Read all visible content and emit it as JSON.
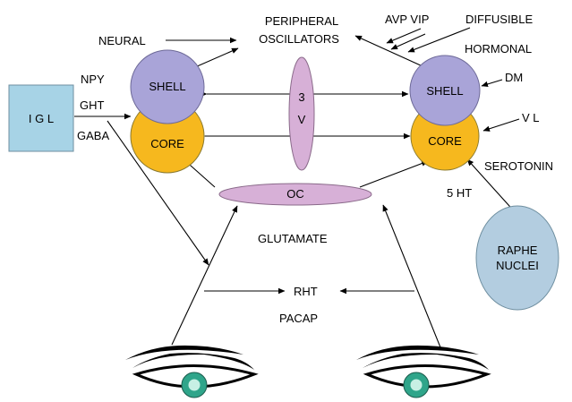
{
  "labels": {
    "peripheral": "PERIPHERAL",
    "oscillators": "OSCILLATORS",
    "avp_vip": "AVP VIP",
    "diffusible": "DIFFUSIBLE",
    "hormonal": "HORMONAL",
    "neural": "NEURAL",
    "npy": "NPY",
    "ght": "GHT",
    "gaba": "GABA",
    "dm": "DM",
    "vl": "V L",
    "serotonin": "SEROTONIN",
    "five_ht": "5 HT",
    "glutamate": "GLUTAMATE",
    "rht": "RHT",
    "pacap": "PACAP"
  },
  "nodes": {
    "igl": "I G L",
    "shell_left": "SHELL",
    "core_left": "CORE",
    "shell_right": "SHELL",
    "core_right": "CORE",
    "third_ventricle_line1": "3",
    "third_ventricle_line2": "V",
    "oc": "OC",
    "raphe_line1": "RAPHE",
    "raphe_line2": "NUCLEI"
  },
  "colors": {
    "shell_fill": "#a9a4d8",
    "core_fill": "#f6b81e",
    "igl_fill": "#a7d3e6",
    "raphe_fill": "#b3cde0",
    "ventricle_fill": "#d7b0d7",
    "oc_fill": "#d7b0d7",
    "iris_fill": "#2fa58a"
  },
  "icons": [
    "left-eye-icon",
    "right-eye-icon"
  ]
}
